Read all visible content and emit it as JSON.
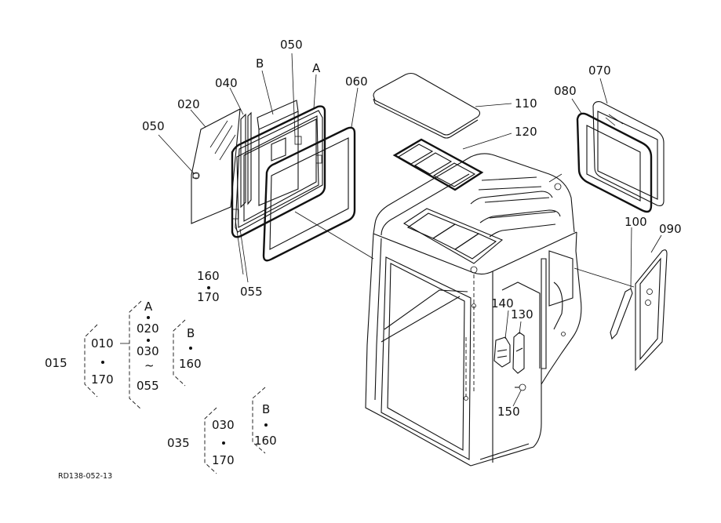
{
  "diagram": {
    "ref_code": "RD138-052-13",
    "callouts": {
      "p050_left": "050",
      "p020": "020",
      "p040": "040",
      "pB_top": "B",
      "p050_top": "050",
      "pA_top": "A",
      "p060": "060",
      "p110": "110",
      "p120": "120",
      "p080": "080",
      "p070": "070",
      "p100": "100",
      "p090": "090",
      "p140": "140",
      "p130": "130",
      "p150": "150",
      "p160": "160",
      "p170": "170",
      "p055": "055"
    },
    "groups": {
      "g015": {
        "id": "015",
        "col1": [
          "010",
          "170"
        ],
        "col2": [
          "A",
          "020",
          "030",
          "055"
        ],
        "col3": [
          "B",
          "160"
        ],
        "tilde": "~"
      },
      "g035": {
        "id": "035",
        "col1": [
          "030",
          "170"
        ],
        "col2": [
          "B",
          "160"
        ]
      }
    }
  }
}
